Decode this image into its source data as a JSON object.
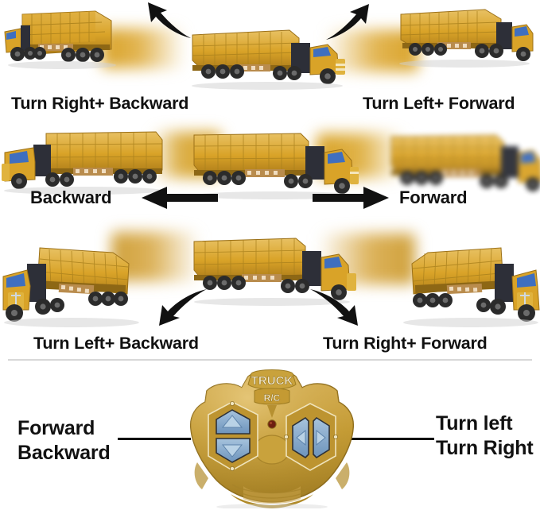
{
  "page": {
    "background_color": "#ffffff",
    "title": "R/C Truck direction control instruction diagram"
  },
  "colors": {
    "truck_body": "#d9a328",
    "truck_body_dark": "#b07f1b",
    "truck_body_light": "#e8c163",
    "truck_cab_dark": "#2d2f38",
    "window_blue": "#3f6fbf",
    "arrow_black": "#111111",
    "remote_body": "#c39a33",
    "remote_body_dark": "#9c7a21",
    "remote_body_light": "#d8b25a",
    "button_blue": "#7da3c9",
    "button_blue_light": "#a7c3dd",
    "led_red": "#6d1f10",
    "text_black": "#111111",
    "divider": "#d8d8d8"
  },
  "rows": [
    {
      "id": "row-1",
      "left_label": "Turn Right+ Backward",
      "right_label": "Turn Left+ Forward",
      "left_arrow_icon": "curved-arrow-up-left-icon",
      "right_arrow_icon": "curved-arrow-up-right-icon",
      "trucks": [
        {
          "name": "truck-row1-left",
          "state": "sharp",
          "facing": "left"
        },
        {
          "name": "truck-row1-center",
          "state": "sharp",
          "facing": "right"
        },
        {
          "name": "truck-row1-right",
          "state": "sharp",
          "facing": "right"
        }
      ]
    },
    {
      "id": "row-2",
      "left_label": "Backward",
      "right_label": "Forward",
      "left_arrow_icon": "arrow-left-icon",
      "right_arrow_icon": "arrow-right-icon",
      "trucks": [
        {
          "name": "truck-row2-left",
          "state": "sharp",
          "facing": "left"
        },
        {
          "name": "truck-row2-center",
          "state": "sharp",
          "facing": "right"
        },
        {
          "name": "truck-row2-right",
          "state": "blurred",
          "facing": "right"
        }
      ]
    },
    {
      "id": "row-3",
      "left_label": "Turn Left+ Backward",
      "right_label": "Turn Right+ Forward",
      "left_arrow_icon": "curved-arrow-down-left-icon",
      "right_arrow_icon": "curved-arrow-down-right-icon",
      "trucks": [
        {
          "name": "truck-row3-left",
          "state": "sharp",
          "facing": "left"
        },
        {
          "name": "truck-row3-center",
          "state": "sharp",
          "facing": "right"
        },
        {
          "name": "truck-row3-right",
          "state": "sharp",
          "facing": "right"
        }
      ]
    }
  ],
  "remote": {
    "name": "rc-remote-control",
    "brand_label": "TRUCK",
    "type_label": "R/C",
    "led_label": "power-led",
    "buttons": {
      "forward": {
        "name": "forward-button",
        "icon": "triangle-up-icon"
      },
      "backward": {
        "name": "backward-button",
        "icon": "triangle-down-icon"
      },
      "turn_left": {
        "name": "turn-left-button",
        "icon": "triangle-left-icon"
      },
      "turn_right": {
        "name": "turn-right-button",
        "icon": "triangle-right-icon"
      }
    },
    "callouts": {
      "left": {
        "line_1": "Forward",
        "line_2": "Backward"
      },
      "right": {
        "line_1": "Turn left",
        "line_2": "Turn Right"
      }
    }
  }
}
